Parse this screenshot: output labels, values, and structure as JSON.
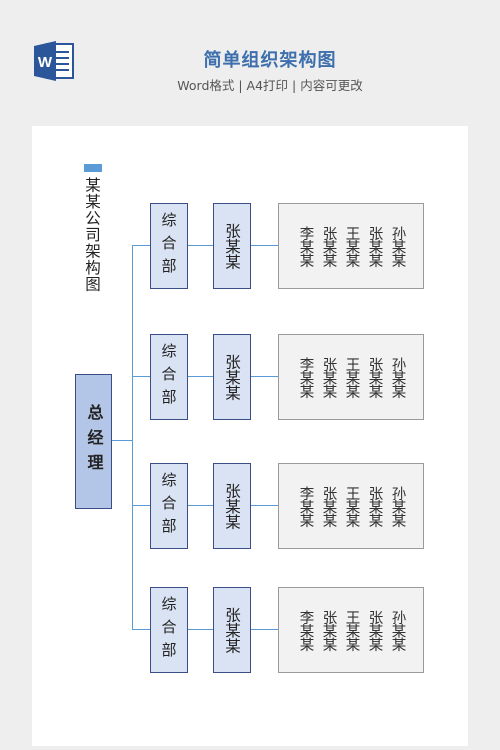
{
  "header": {
    "title": "简单组织架构图",
    "subtitle": "Word格式 | A4打印 | 内容可更改"
  },
  "chart": {
    "side_title": "某某公司架构图",
    "boss": "总经理",
    "branches": [
      {
        "dept": "综合部",
        "manager": "张某某",
        "members": [
          "李某某",
          "张某某",
          "王某某",
          "张某某",
          "孙某某"
        ]
      },
      {
        "dept": "综合部",
        "manager": "张某某",
        "members": [
          "李某某",
          "张某某",
          "王某某",
          "张某某",
          "孙某某"
        ]
      },
      {
        "dept": "综合部",
        "manager": "张某某",
        "members": [
          "李某某",
          "张某某",
          "王某某",
          "张某某",
          "孙某某"
        ]
      },
      {
        "dept": "综合部",
        "manager": "张某某",
        "members": [
          "李某某",
          "张某某",
          "王某某",
          "张某某",
          "孙某某"
        ]
      }
    ]
  },
  "colors": {
    "accent": "#5b9bd5",
    "title": "#3d6fad",
    "boss_fill": "#b4c6e7",
    "dept_fill": "#dae3f3",
    "member_fill": "#f2f2f2",
    "word_blue": "#2b579a"
  },
  "icons": {
    "logo": "word-logo-icon"
  }
}
